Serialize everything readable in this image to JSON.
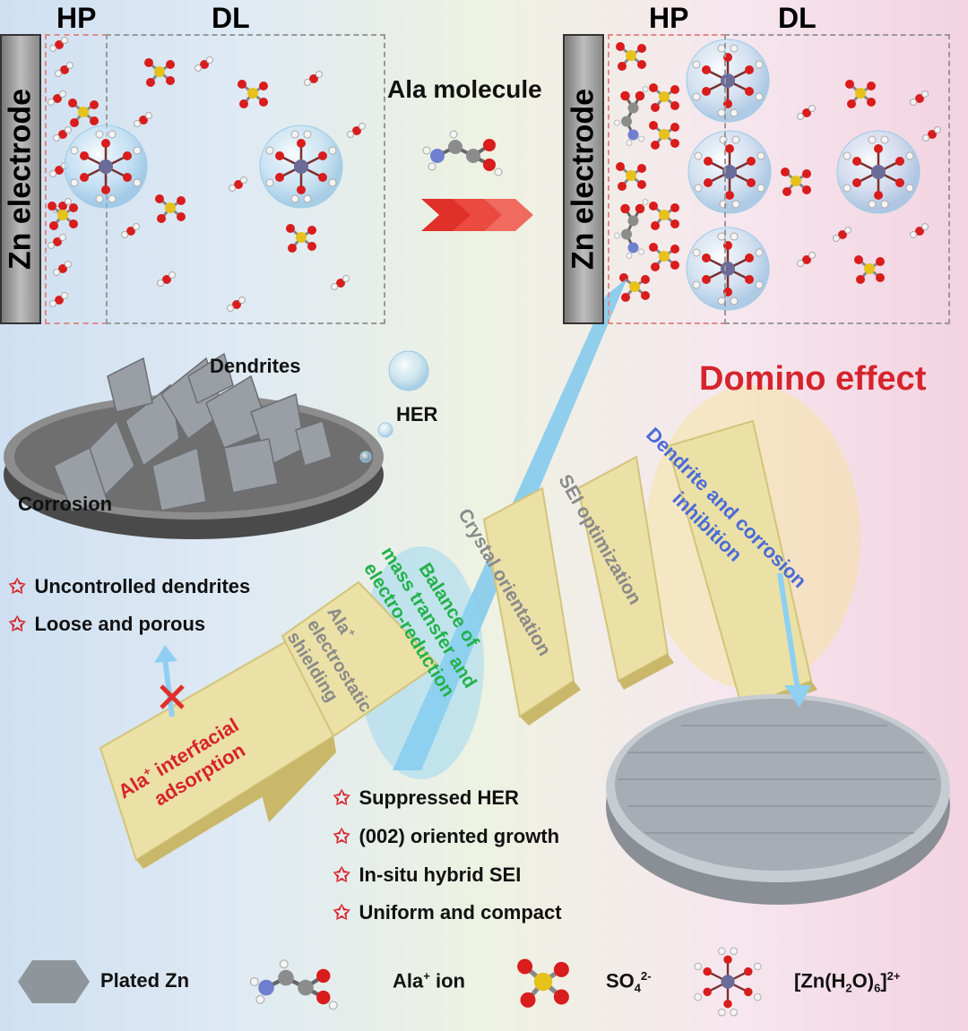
{
  "top_left": {
    "hp": "HP",
    "dl": "DL",
    "electrode": "Zn electrode"
  },
  "top_right": {
    "hp": "HP",
    "dl": "DL",
    "electrode": "Zn electrode"
  },
  "molecule_label": "Ala molecule",
  "domino_title": "Domino effect",
  "left_disc": {
    "dendrites": "Dendrites",
    "her": "HER",
    "corrosion": "Corrosion"
  },
  "left_bullets": [
    "Uncontrolled dendrites",
    "Loose and porous"
  ],
  "dominoes": {
    "d1": {
      "line1": "Ala",
      "sup": "+",
      "line2": " interfacial",
      "line3": "adsorption"
    },
    "d2": {
      "line1": "Ala",
      "sup": "+",
      "line2": "electrostatic",
      "line3": "shielding"
    },
    "d3": {
      "line1": "Balance of",
      "line2": "mass transfer and",
      "line3": "electro-reduction"
    },
    "d4": {
      "line1": "Crystal orientation"
    },
    "d5": {
      "line1": "SEI optimization"
    },
    "d6": {
      "line1": "Dendrite and corrosion",
      "line2": "inhibition"
    }
  },
  "bottom_bullets": [
    "Suppressed HER",
    "(002) oriented growth",
    "In-situ hybrid SEI",
    "Uniform and compact"
  ],
  "legend": {
    "plated_zn": "Plated Zn",
    "ala_ion": "Ala",
    "ala_ion_sup": "+",
    "ala_ion_tail": " ion",
    "so4": "SO",
    "so4_sub": "4",
    "so4_sup": "2-",
    "zn_complex_a": "[Zn(H",
    "zn_complex_sub1": "2",
    "zn_complex_b": "O)",
    "zn_complex_sub2": "6",
    "zn_complex_c": "]",
    "zn_complex_sup": "2+"
  },
  "colors": {
    "accent_red": "#d6242c",
    "blue_text": "#4a6bd8",
    "green_text": "#22b24a",
    "gray_text": "#8a8a8a",
    "domino": "#ebe0a6"
  },
  "icons": [
    "star-icon",
    "cross-icon",
    "arrow-up-icon",
    "arrow-down-icon",
    "chevron-arrows-icon",
    "bubble-icon"
  ]
}
